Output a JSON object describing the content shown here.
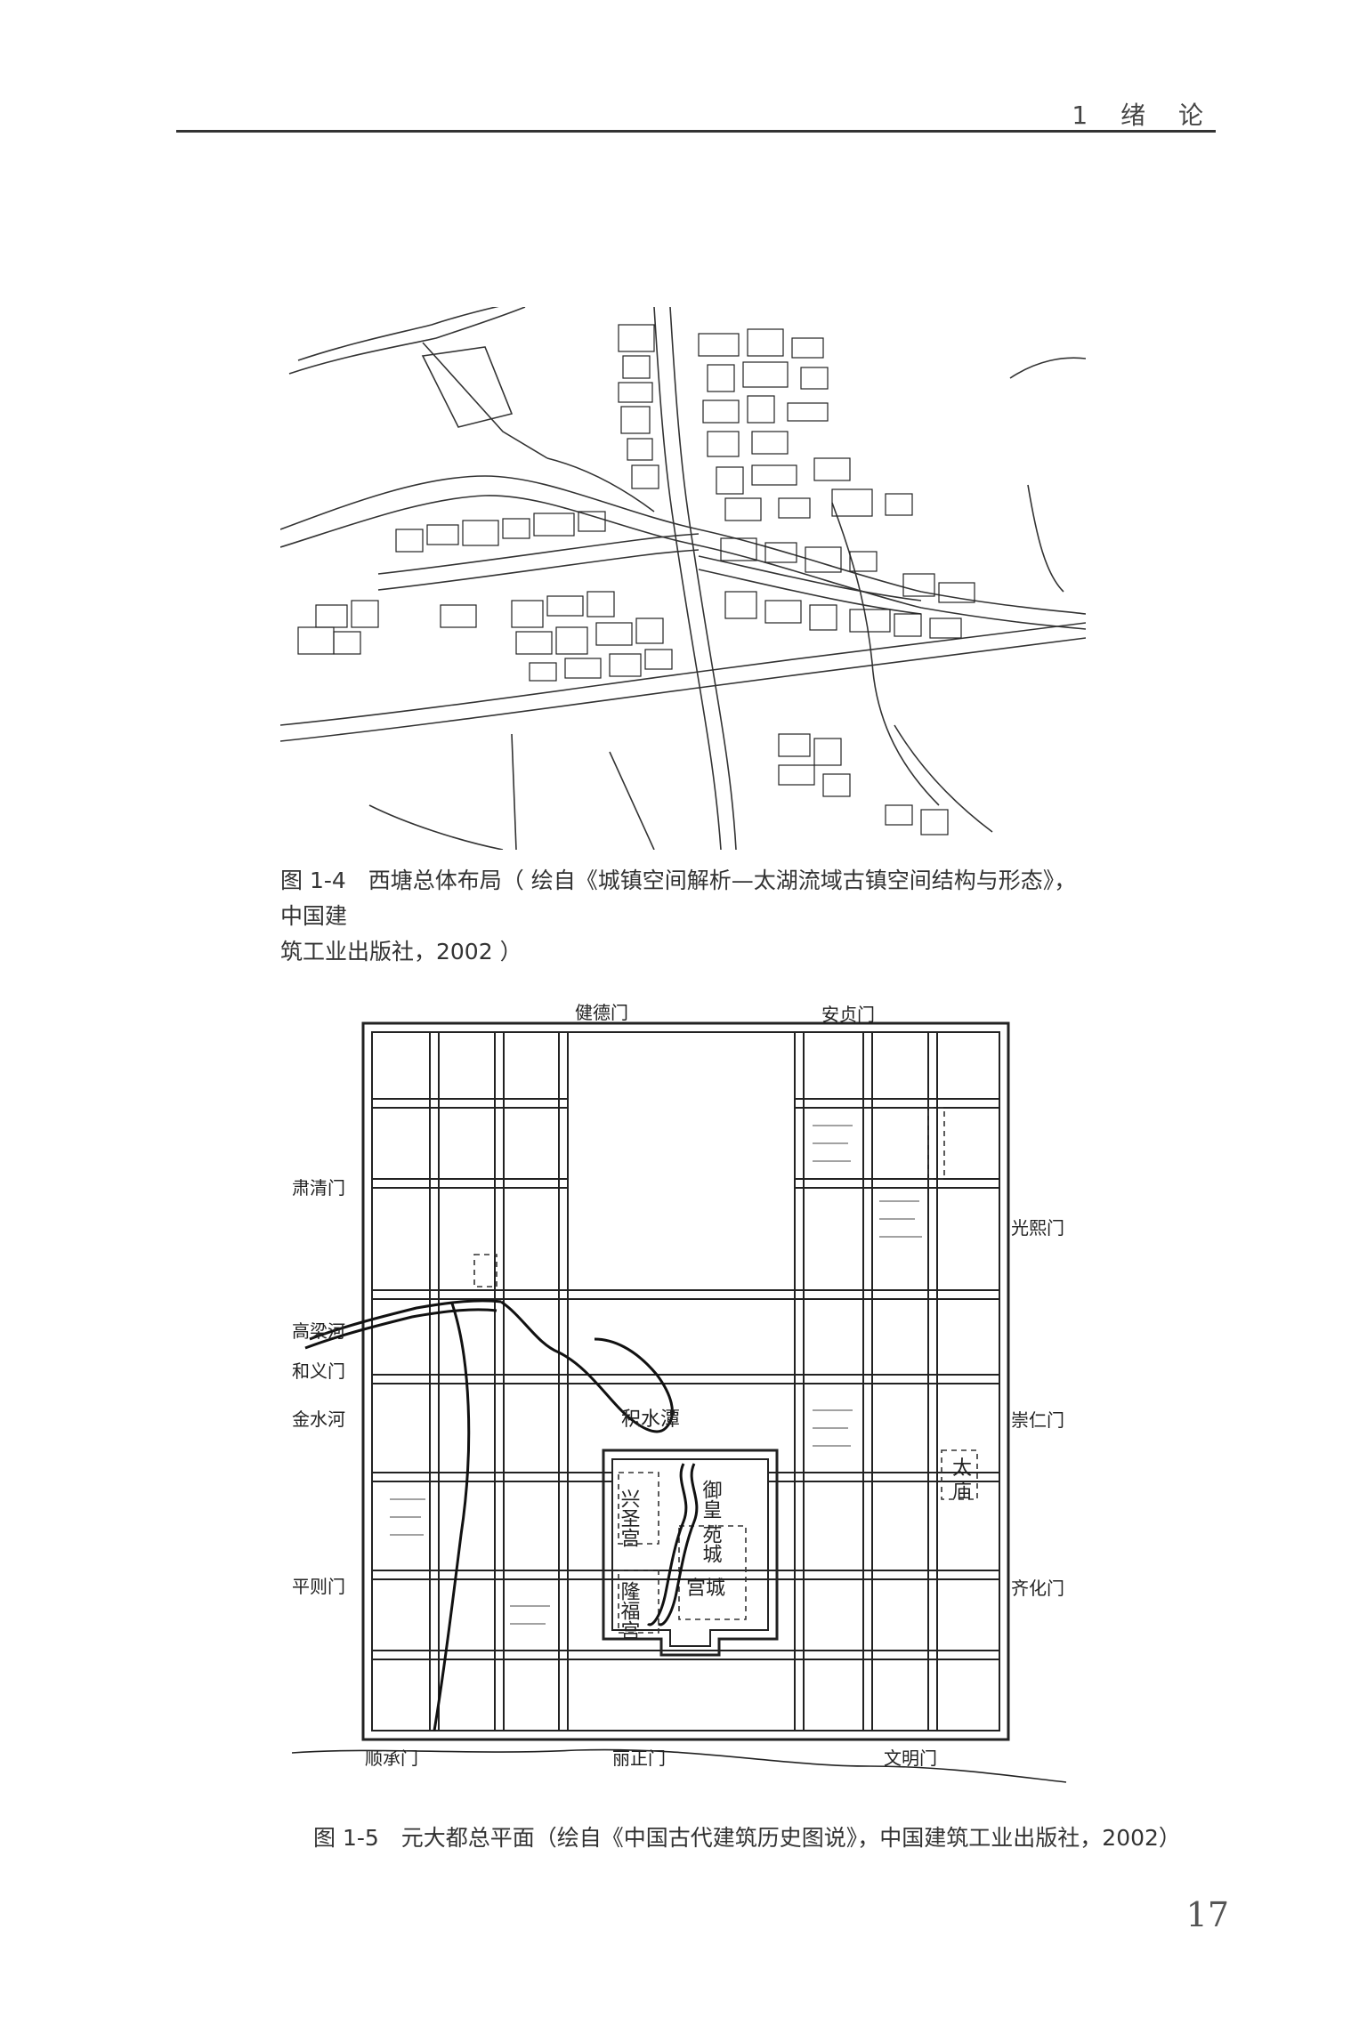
{
  "header": {
    "chapter_title": "1 绪 论"
  },
  "figure1": {
    "caption_line1": "图 1-4　西塘总体布局（ 绘自《城镇空间解析—太湖流域古镇空间结构与形态》， 中国建",
    "caption_line2": "筑工业出版社，2002 ）"
  },
  "figure2": {
    "caption": "图 1-5　元大都总平面（绘自《中国古代建筑历史图说》，中国建筑工业出版社，2002）",
    "labels": {
      "jiande": "健德门",
      "anzhen": "安贞门",
      "suqing": "肃清门",
      "guangxi": "光熙门",
      "gaoliang": "高梁河",
      "heyi": "和义门",
      "jinshui": "金水河",
      "chongren": "崇仁门",
      "jishuitan": "积水潭",
      "xingsheng": "兴圣宫",
      "yuhuang": "御皇",
      "yuancheng": "苑城",
      "tai": "太",
      "miao": "庙",
      "pingze": "平则门",
      "longfu": "隆福宫",
      "gongcheng": "宫城",
      "qihua": "齐化门",
      "shuncheng": "顺承门",
      "lizheng": "丽正门",
      "wenming": "文明门"
    }
  },
  "page_number": "17"
}
